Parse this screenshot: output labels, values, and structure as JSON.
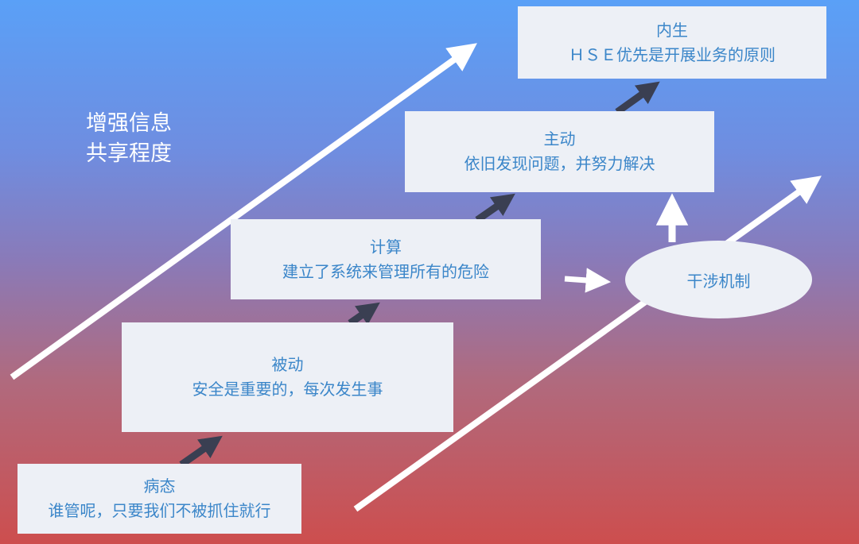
{
  "diagram": {
    "side_label": {
      "line1": "增强信息",
      "line2": "共享程度"
    },
    "stages": [
      {
        "title": "病态",
        "desc": "谁管呢，只要我们不被抓住就行"
      },
      {
        "title": "被动",
        "desc": "安全是重要的，每次发生事"
      },
      {
        "title": "计算",
        "desc": "建立了系统来管理所有的危险"
      },
      {
        "title": "主动",
        "desc": "依旧发现问题，并努力解决"
      },
      {
        "title": "内生",
        "desc": "ＨＳＥ优先是开展业务的原则"
      }
    ],
    "intervention": "干涉机制"
  },
  "colors": {
    "gradient_top": "#5aa0f7",
    "gradient_bottom": "#cd4e4e",
    "box_fill": "#edf0f6",
    "box_text": "#3b86c9",
    "step_arrow": "#3a3f52",
    "white_arrow": "#ffffff"
  }
}
